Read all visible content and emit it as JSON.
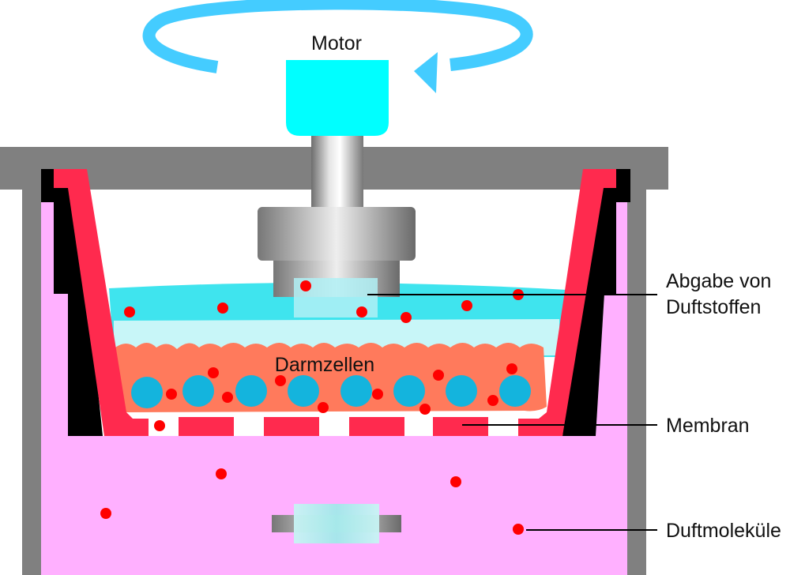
{
  "labels": {
    "motor": "Motor",
    "cells": "Darmzellen",
    "release_line1": "Abgabe von",
    "release_line2": "Duftstoffen",
    "membrane": "Membran",
    "molecules": "Duftmoleküle"
  },
  "colors": {
    "housing": "#808080",
    "lower_medium": "#ffb0ff",
    "upper_medium": "#3fe4ee",
    "cell_layer": "#ff7a5c",
    "cell_nucleus": "#14b4dd",
    "insert_wall": "#ff2a4e",
    "motor": "#00ffff",
    "rotation_arrow": "#44ccff",
    "molecule": "#ff0000",
    "stir_bar": "#a8f0f0"
  }
}
